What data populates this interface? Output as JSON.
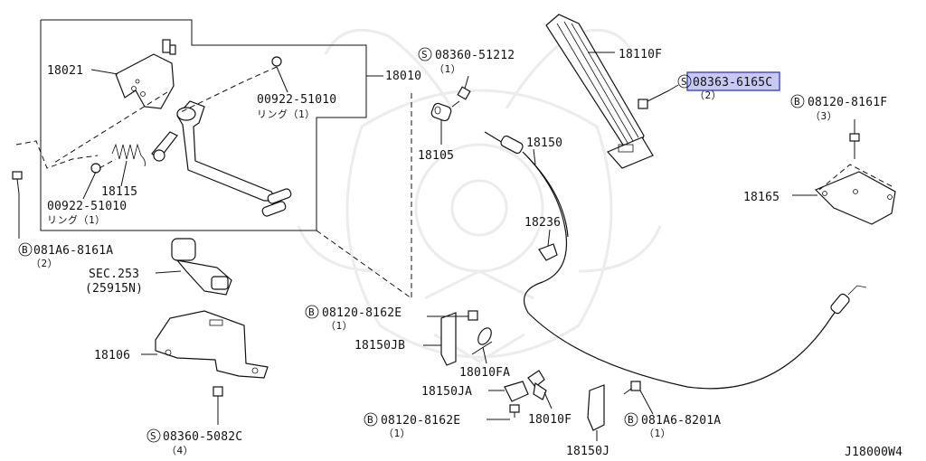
{
  "diagram": {
    "colors": {
      "line": "#111111",
      "highlight_fill": "#c7c9f2",
      "highlight_stroke": "#4a4fc8",
      "watermark": "#ececec"
    },
    "labels": {
      "p18021": "18021",
      "p18010": "18010",
      "p00922_top": "00922-51010",
      "p00922_top_sub": "リング（1）",
      "p18115": "18115",
      "p00922_bot": "00922-51010",
      "p00922_bot_sub": "リング（1）",
      "p081a6_8161a": "081A6-8161A",
      "p081a6_8161a_qty": "（2）",
      "sec253": "SEC.253",
      "sec253_sub": "(25915N)",
      "p18106": "18106",
      "p08360_5082c": "08360-5082C",
      "p08360_5082c_qty": "（4）",
      "p08360_51212": "08360-51212",
      "p08360_51212_qty": "（1）",
      "p18105": "18105",
      "p18150": "18150",
      "p18236": "18236",
      "p08120_8162e_top": "08120-8162E",
      "p08120_8162e_top_qty": "（1）",
      "p18150jb": "18150JB",
      "p18010fa": "18010FA",
      "p18150ja": "18150JA",
      "p18010f": "18010F",
      "p08120_8162e_bot": "08120-8162E",
      "p08120_8162e_bot_qty": "（1）",
      "p18150j": "18150J",
      "p18110f": "18110F",
      "p08363_6165c": "08363-6165C",
      "p08363_6165c_qty": "（2）",
      "p08120_8161f": "08120-8161F",
      "p08120_8161f_qty": "（3）",
      "p18165": "18165",
      "p081a6_8201a": "081A6-8201A",
      "p081a6_8201a_qty": "（1）",
      "diagram_code": "J18000W4"
    },
    "prefix": {
      "b": "B",
      "s": "S"
    }
  }
}
